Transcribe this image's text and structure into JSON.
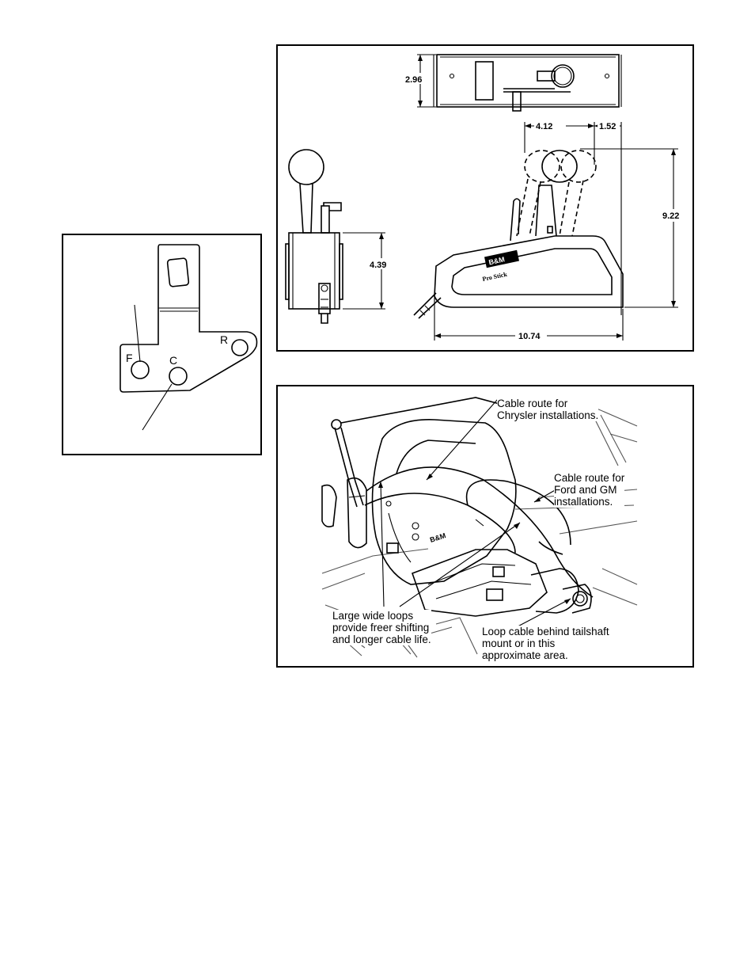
{
  "bracket": {
    "hole_labels": {
      "forward": "F",
      "center": "C",
      "reverse": "R"
    }
  },
  "dimensions": {
    "height_top_view": "2.96",
    "width_upper": "4.12",
    "offset_knob": "1.52",
    "overall_height": "9.22",
    "side_height": "4.39",
    "base_length": "10.74",
    "logo_text": "B&M",
    "model_text": "Pro Stick"
  },
  "route": {
    "chrysler": [
      "Cable route for",
      "Chrysler installations."
    ],
    "ford_gm": [
      "Cable route for",
      "Ford and GM",
      "installations."
    ],
    "loops": [
      "Large wide loops",
      "provide freer shifting",
      "and longer cable life."
    ],
    "tailshaft": [
      "Loop cable behind tailshaft",
      "mount or in this",
      "approximate area."
    ]
  }
}
